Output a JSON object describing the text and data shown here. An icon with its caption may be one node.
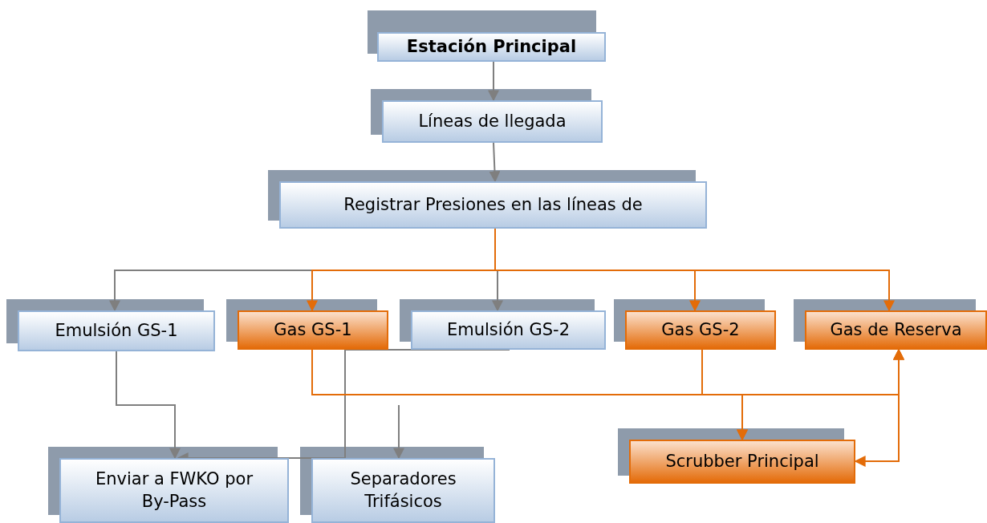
{
  "diagram": {
    "nodes": [
      {
        "text": [
          "Estación Principal"
        ]
      },
      {
        "text": [
          "Líneas de llegada"
        ]
      },
      {
        "text": [
          "Registrar Presiones en las líneas de"
        ]
      },
      {
        "text": [
          "Emulsión GS-1"
        ]
      },
      {
        "text": [
          "Gas GS-1"
        ]
      },
      {
        "text": [
          "Emulsión GS-2"
        ]
      },
      {
        "text": [
          "Gas GS-2"
        ]
      },
      {
        "text": [
          "Gas de Reserva"
        ]
      },
      {
        "text": [
          "Enviar a FWKO por By-Pass"
        ]
      },
      {
        "text": [
          "Separadores Trifásicos"
        ]
      },
      {
        "text": [
          "Scrubber Principal"
        ]
      }
    ],
    "edges": [
      {
        "from": 0,
        "to": 1,
        "arrow": "to",
        "color": "#7f7f7f"
      },
      {
        "from": 1,
        "to": 2,
        "arrow": "to",
        "color": "#7f7f7f"
      },
      {
        "from": 2,
        "to": 3,
        "arrow": "to",
        "color": "#7f7f7f"
      },
      {
        "from": 2,
        "to": 4,
        "arrow": "to"
      },
      {
        "from": 2,
        "to": 5,
        "arrow": "to",
        "color": "#7f7f7f"
      },
      {
        "from": 2,
        "to": 6,
        "arrow": "to"
      },
      {
        "from": 2,
        "to": 7,
        "arrow": "to"
      },
      {
        "from": 3,
        "to": 8,
        "arrow": "to",
        "color": "#7f7f7f"
      },
      {
        "from": 5,
        "to": 8,
        "arrow": "to",
        "color": "#7f7f7f"
      },
      {
        "from": null,
        "to": 9,
        "arrow": "to",
        "color": "#7f7f7f"
      },
      {
        "from": 4,
        "to": 10,
        "arrow": "to"
      },
      {
        "from": 6,
        "to": 10,
        "arrow": "to"
      },
      {
        "from": 4,
        "to": 7,
        "arrow": "to"
      },
      {
        "from": 6,
        "to": 7,
        "arrow": "to"
      },
      {
        "from": 10,
        "to": 7,
        "arrow": "both"
      }
    ]
  }
}
